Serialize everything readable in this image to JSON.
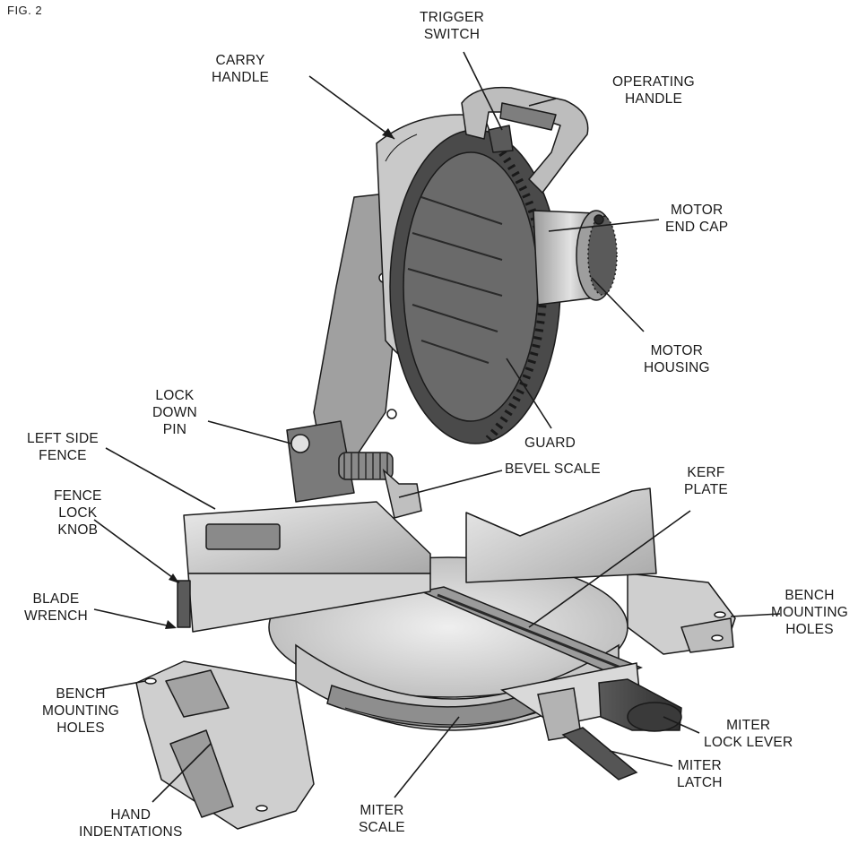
{
  "figure_label": "FIG. 2",
  "labels": {
    "trigger_switch": [
      "TRIGGER",
      "SWITCH"
    ],
    "carry_handle": [
      "CARRY",
      "HANDLE"
    ],
    "operating_handle": [
      "OPERATING",
      "HANDLE"
    ],
    "motor_end_cap": [
      "MOTOR",
      "END CAP"
    ],
    "motor_housing": [
      "MOTOR",
      "HOUSING"
    ],
    "guard": [
      "GUARD"
    ],
    "lock_down_pin": [
      "LOCK",
      "DOWN",
      "PIN"
    ],
    "left_side_fence": [
      "LEFT SIDE",
      "FENCE"
    ],
    "bevel_scale": [
      "BEVEL SCALE"
    ],
    "kerf_plate": [
      "KERF",
      "PLATE"
    ],
    "fence_lock_knob": [
      "FENCE",
      "LOCK",
      "KNOB"
    ],
    "blade_wrench": [
      "BLADE",
      "WRENCH"
    ],
    "bench_mounting_holes_right": [
      "BENCH",
      "MOUNTING",
      "HOLES"
    ],
    "bench_mounting_holes_left": [
      "BENCH",
      "MOUNTING",
      "HOLES"
    ],
    "miter_lock_lever": [
      "MITER",
      "LOCK LEVER"
    ],
    "miter_latch": [
      "MITER",
      "LATCH"
    ],
    "miter_scale": [
      "MITER",
      "SCALE"
    ],
    "hand_indentations": [
      "HAND",
      "INDENTATIONS"
    ]
  },
  "colors": {
    "ink": "#1a1a1a",
    "metal_light": "#dcdcdc",
    "metal_mid": "#a8a8a8",
    "metal_dark": "#6e6e6e",
    "rubber": "#3a3a3a"
  }
}
